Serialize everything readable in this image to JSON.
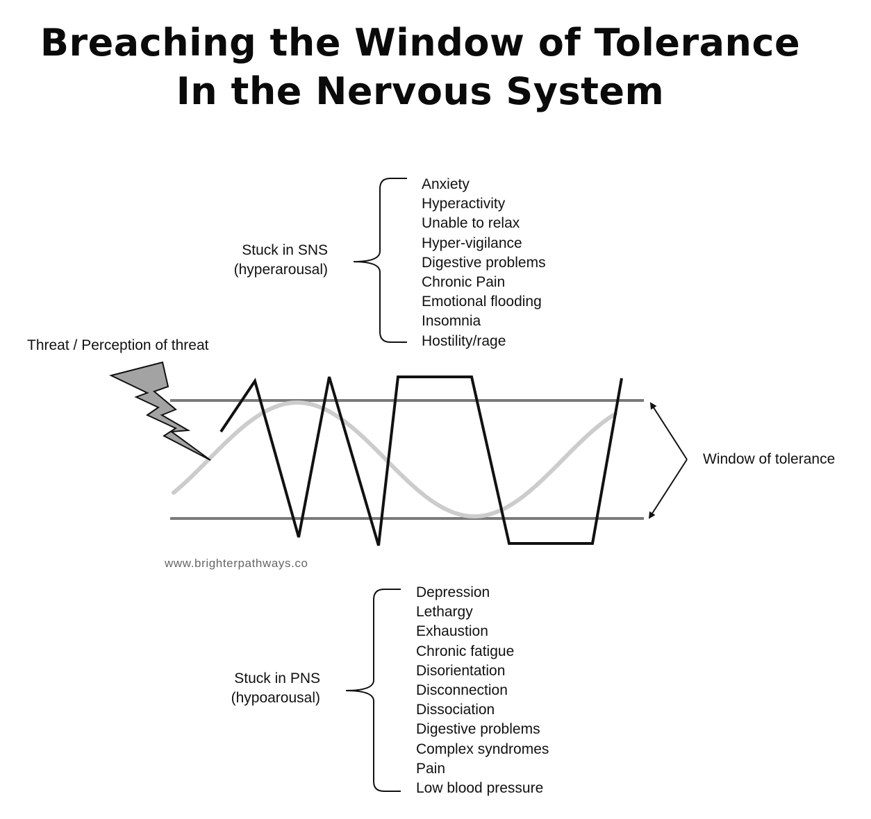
{
  "title": {
    "line1": "Breaching the Window of Tolerance",
    "line2": "In the Nervous System"
  },
  "threat_label": "Threat / Perception of threat",
  "window_label": "Window of tolerance",
  "source": "www.brighterpathways.co",
  "sns": {
    "label_line1": "Stuck in SNS",
    "label_line2": "(hyperarousal)",
    "symptoms": [
      "Anxiety",
      "Hyperactivity",
      "Unable to relax",
      "Hyper-vigilance",
      "Digestive problems",
      "Chronic Pain",
      "Emotional flooding",
      "Insomnia",
      "Hostility/rage"
    ]
  },
  "pns": {
    "label_line1": "Stuck in PNS",
    "label_line2": "(hypoarousal)",
    "symptoms": [
      "Depression",
      "Lethargy",
      "Exhaustion",
      "Chronic fatigue",
      "Disorientation",
      "Disconnection",
      "Dissociation",
      "Digestive problems",
      "Complex syndromes",
      "Pain",
      "Low blood pressure"
    ]
  },
  "colors": {
    "boundary_lines": "#7a7a7a",
    "normal_wave": "#cccccc",
    "disrupted_line": "#111111",
    "lightning_fill": "#a3a3a3"
  }
}
